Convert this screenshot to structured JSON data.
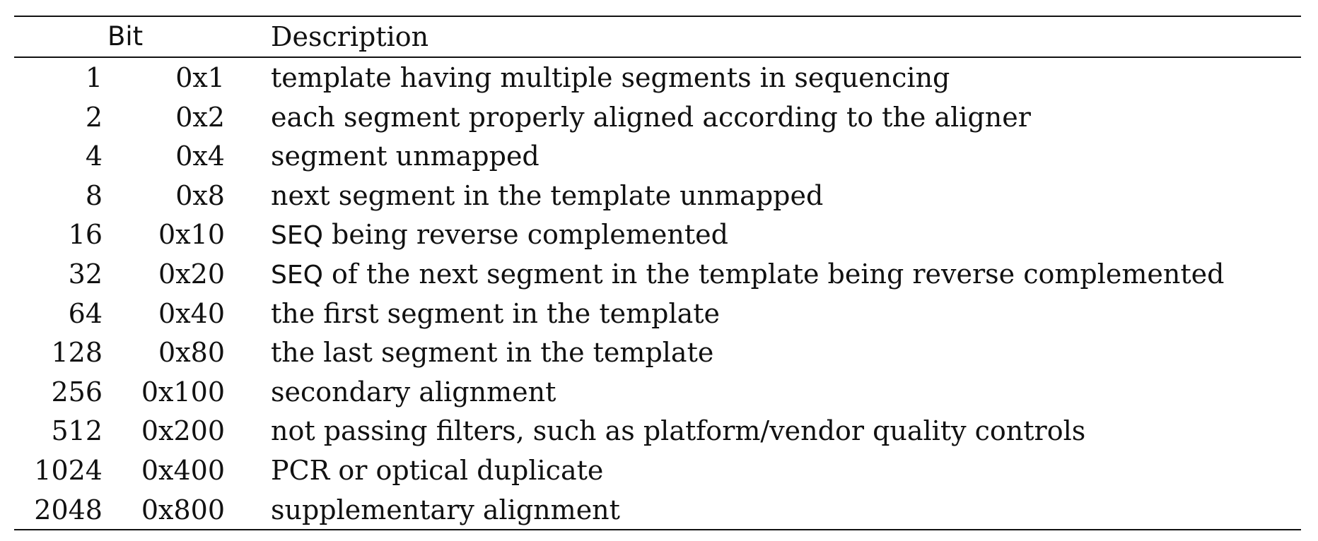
{
  "header": {
    "bit": "Bit",
    "description": "Description"
  },
  "rows": [
    {
      "dec": "1",
      "hex": "0x1",
      "prefix": "",
      "desc": "template having multiple segments in sequencing"
    },
    {
      "dec": "2",
      "hex": "0x2",
      "prefix": "",
      "desc": "each segment properly aligned according to the aligner"
    },
    {
      "dec": "4",
      "hex": "0x4",
      "prefix": "",
      "desc": "segment unmapped"
    },
    {
      "dec": "8",
      "hex": "0x8",
      "prefix": "",
      "desc": "next segment in the template unmapped"
    },
    {
      "dec": "16",
      "hex": "0x10",
      "prefix": "SEQ",
      "desc": " being reverse complemented"
    },
    {
      "dec": "32",
      "hex": "0x20",
      "prefix": "SEQ",
      "desc": " of the next segment in the template being reverse complemented"
    },
    {
      "dec": "64",
      "hex": "0x40",
      "prefix": "",
      "desc": "the first segment in the template"
    },
    {
      "dec": "128",
      "hex": "0x80",
      "prefix": "",
      "desc": "the last segment in the template"
    },
    {
      "dec": "256",
      "hex": "0x100",
      "prefix": "",
      "desc": "secondary alignment"
    },
    {
      "dec": "512",
      "hex": "0x200",
      "prefix": "",
      "desc": "not passing filters, such as platform/vendor quality controls"
    },
    {
      "dec": "1024",
      "hex": "0x400",
      "prefix": "",
      "desc": "PCR or optical duplicate"
    },
    {
      "dec": "2048",
      "hex": "0x800",
      "prefix": "",
      "desc": "supplementary alignment"
    }
  ]
}
